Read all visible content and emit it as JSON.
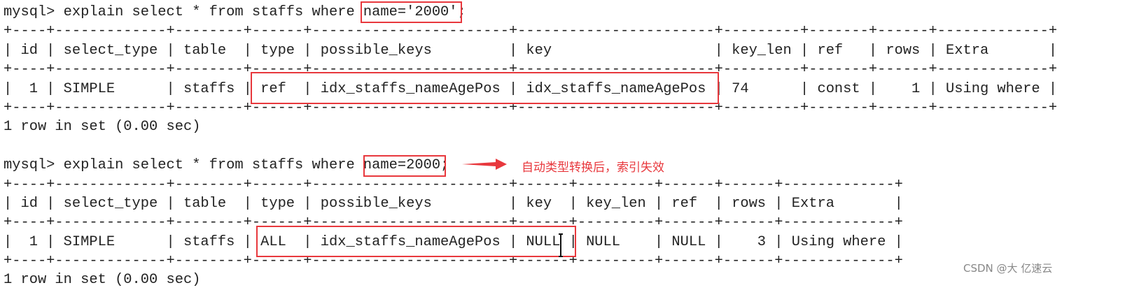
{
  "queries": [
    {
      "prompt": "mysql> explain select * from staffs where name='2000';",
      "columns": [
        "id",
        "select_type",
        "table",
        "type",
        "possible_keys",
        "key",
        "key_len",
        "ref",
        "rows",
        "Extra"
      ],
      "right_aligned": [
        "id",
        "rows"
      ],
      "rows": [
        [
          "1",
          "SIMPLE",
          "staffs",
          "ref",
          "idx_staffs_nameAgePos",
          "idx_staffs_nameAgePos",
          "74",
          "const",
          "1",
          "Using where"
        ]
      ],
      "footer": "1 row in set (0.00 sec)"
    },
    {
      "prompt": "mysql> explain select * from staffs where name=2000;",
      "columns": [
        "id",
        "select_type",
        "table",
        "type",
        "possible_keys",
        "key",
        "key_len",
        "ref",
        "rows",
        "Extra"
      ],
      "right_aligned": [
        "id",
        "rows"
      ],
      "rows": [
        [
          "1",
          "SIMPLE",
          "staffs",
          "ALL",
          "idx_staffs_nameAgePos",
          "NULL",
          "NULL",
          "NULL",
          "3",
          "Using where"
        ]
      ],
      "footer": "1 row in set (0.00 sec)"
    }
  ],
  "annotation": {
    "text": "自动类型转换后，索引失效",
    "color": "#e8383d",
    "icon": "arrow-right-icon"
  },
  "watermark": "CSDN @大  亿速云",
  "highlight_color": "#e8383d"
}
